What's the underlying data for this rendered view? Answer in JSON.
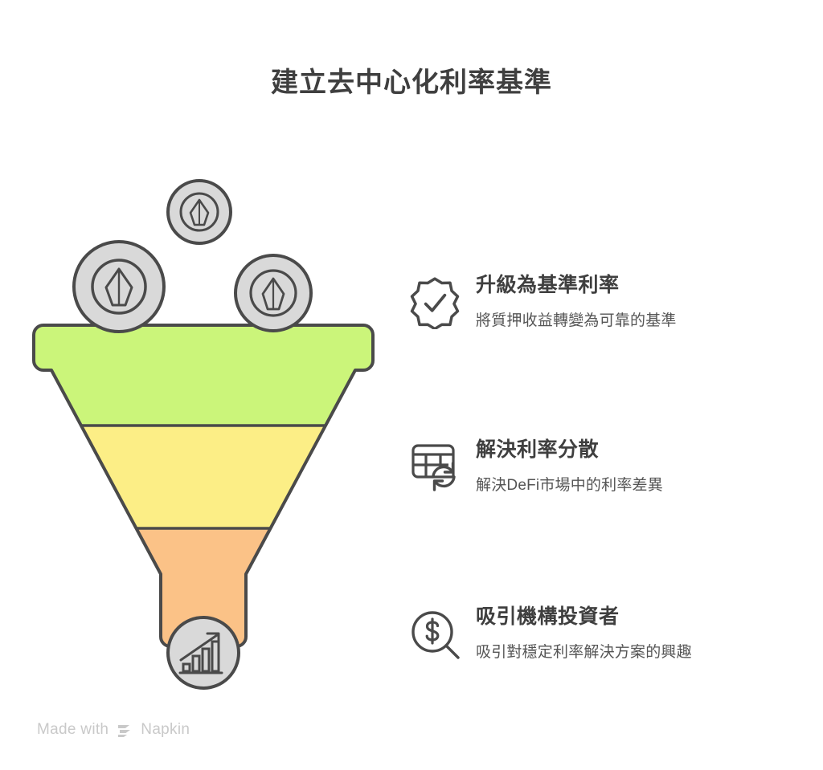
{
  "title": "建立去中心化利率基準",
  "colors": {
    "background": "#ffffff",
    "stroke": "#4a4a4a",
    "title_text": "#3f3f3f",
    "body_text": "#555555",
    "funnel_top": "#cbf57a",
    "funnel_middle": "#fcee86",
    "funnel_bottom": "#fbc287",
    "coin_fill": "#d9d9d9",
    "footer_text": "#c9c9c9"
  },
  "funnel": {
    "stages": [
      {
        "name": "top-stage",
        "color": "#cbf57a"
      },
      {
        "name": "middle-stage",
        "color": "#fcee86"
      },
      {
        "name": "bottom-stage",
        "color": "#fbc287"
      }
    ],
    "input_coins": [
      {
        "icon": "eos-coin-icon",
        "size": "large"
      },
      {
        "icon": "eos-coin-icon",
        "size": "small"
      },
      {
        "icon": "eos-coin-icon",
        "size": "medium"
      }
    ],
    "output": {
      "icon": "growth-chart-icon"
    }
  },
  "features": [
    {
      "icon": "verified-badge-icon",
      "title": "升級為基準利率",
      "description": "將質押收益轉變為可靠的基準"
    },
    {
      "icon": "table-sync-icon",
      "title": "解決利率分散",
      "description": "解決DeFi市場中的利率差異"
    },
    {
      "icon": "dollar-search-icon",
      "title": "吸引機構投資者",
      "description": "吸引對穩定利率解決方案的興趣"
    }
  ],
  "footer": {
    "made_with": "Made with",
    "brand": "Napkin"
  }
}
